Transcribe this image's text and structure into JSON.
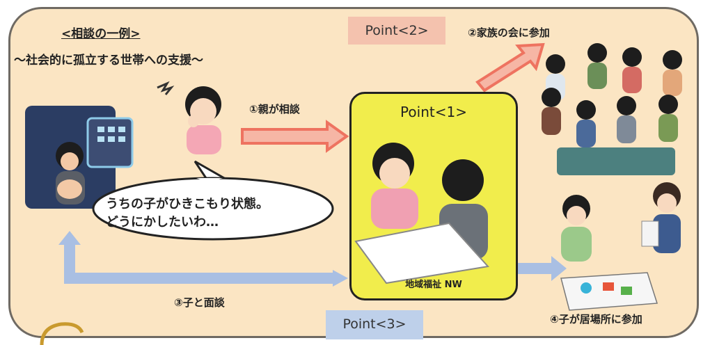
{
  "heading": "<相談の一例>",
  "subheading": "〜社会的に孤立する世帯への支援〜",
  "points": {
    "point1": "Point<1>",
    "point2": "Point<2>",
    "point3": "Point<3>"
  },
  "steps": {
    "step1": "①親が相談",
    "step2": "②家族の会に参加",
    "step3": "③子と面談",
    "step4": "④子が居場所に参加"
  },
  "speech_bubble": {
    "line1": "うちの子がひきこもり状態。",
    "line2": "どうにかしたいわ…"
  },
  "center_box_label": "地域福祉 NW",
  "colors": {
    "background": "#fbe5c3",
    "center_box": "#f1ed4c",
    "point2_tag": "#f4c2ae",
    "point3_tag": "#bed0ea",
    "red_arrow": "#ee7360",
    "blue_arrow": "#a9bfe3"
  }
}
